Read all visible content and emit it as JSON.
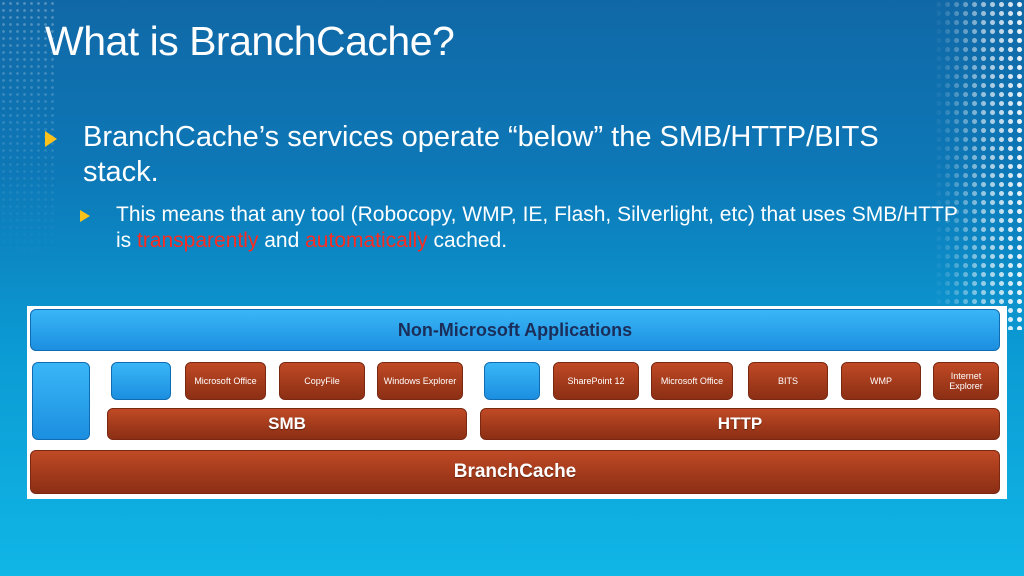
{
  "slide": {
    "title": "What is BranchCache?",
    "bullet1": "BranchCache’s services operate “below” the SMB/HTTP/BITS stack.",
    "bullet2": {
      "prefix": "This means that any tool (Robocopy, WMP, IE, Flash, Silverlight, etc) that uses SMB/HTTP is ",
      "highlight1": "transparently",
      "middle": " and ",
      "highlight2": "automatically",
      "suffix": " cached."
    }
  },
  "diagram": {
    "top_bar": "Non-Microsoft Applications",
    "apps_left": [
      "Microsoft Office",
      "CopyFile",
      "Windows Explorer"
    ],
    "apps_right": [
      "SharePoint 12",
      "Microsoft Office",
      "BITS",
      "WMP",
      "Internet Explorer"
    ],
    "protocol_left": "SMB",
    "protocol_right": "HTTP",
    "base": "BranchCache"
  },
  "colors": {
    "background_top": "#1168a6",
    "background_bottom": "#10b6e6",
    "bullet_arrow": "#ffc21a",
    "highlight_text": "#ff2b20",
    "block_blue": "#2aa3ee",
    "block_rust": "#a23a1b",
    "top_bar_text": "#1b2e5a"
  },
  "icons": [
    "bullet-arrow-icon",
    "dot-pattern-decoration"
  ]
}
